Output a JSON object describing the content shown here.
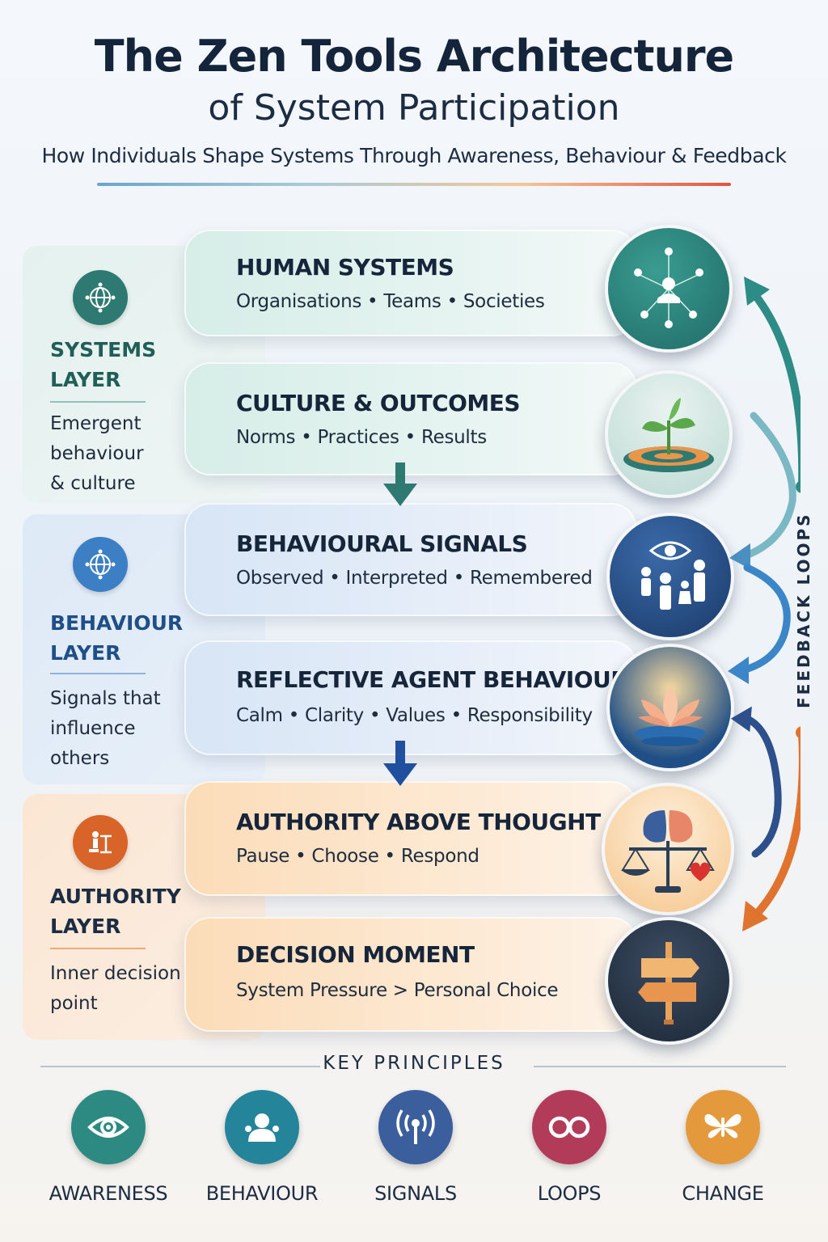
{
  "header": {
    "title": "The Zen Tools Architecture",
    "subtitle": "of System Participation",
    "tagline": "How Individuals Shape Systems Through Awareness, Behaviour & Feedback"
  },
  "layers": [
    {
      "name_line1": "SYSTEMS",
      "name_line2": "LAYER",
      "desc": [
        "Emergent",
        "behaviour",
        "& culture"
      ],
      "color": "#2e7a72",
      "icon": "globe-network-icon"
    },
    {
      "name_line1": "BEHAVIOUR",
      "name_line2": "LAYER",
      "desc": [
        "Signals that",
        "influence",
        "others"
      ],
      "color": "#1f4f86",
      "icon": "globe-network-icon"
    },
    {
      "name_line1": "AUTHORITY",
      "name_line2": "LAYER",
      "desc": [
        "Inner decision",
        "point"
      ],
      "color": "#1c2c42",
      "icon": "scale-person-icon"
    }
  ],
  "cards": [
    {
      "title": "HUMAN SYSTEMS",
      "subtitle": "Organisations  •  Teams  •  Societies",
      "icon": "people-network-icon"
    },
    {
      "title": "CULTURE & OUTCOMES",
      "subtitle": "Norms  •  Practices  •  Results",
      "icon": "sprout-maze-icon"
    },
    {
      "title": "BEHAVIOURAL SIGNALS",
      "subtitle": "Observed  •  Interpreted  •  Remembered",
      "icon": "eye-family-icon"
    },
    {
      "title": "REFLECTIVE AGENT BEHAVIOUR",
      "subtitle": "Calm  •  Clarity  •  Values  •  Responsibility",
      "icon": "lotus-icon"
    },
    {
      "title": "AUTHORITY ABOVE THOUGHT",
      "subtitle": "Pause  •  Choose  •  Respond",
      "icon": "brain-scale-icon"
    },
    {
      "title": "DECISION MOMENT",
      "subtitle": "System Pressure  >  Personal Choice",
      "icon": "signpost-icon"
    }
  ],
  "feedback_label": "FEEDBACK LOOPS",
  "key_principles": {
    "title": "KEY PRINCIPLES",
    "items": [
      {
        "label": "AWARENESS",
        "icon": "eye-icon",
        "color": "#2d8a82"
      },
      {
        "label": "BEHAVIOUR",
        "icon": "person-icon",
        "color": "#23849a"
      },
      {
        "label": "SIGNALS",
        "icon": "broadcast-icon",
        "color": "#3a5f9c"
      },
      {
        "label": "LOOPS",
        "icon": "loop-icon",
        "color": "#b23b5a"
      },
      {
        "label": "CHANGE",
        "icon": "butterfly-icon",
        "color": "#e49a3c"
      }
    ]
  }
}
